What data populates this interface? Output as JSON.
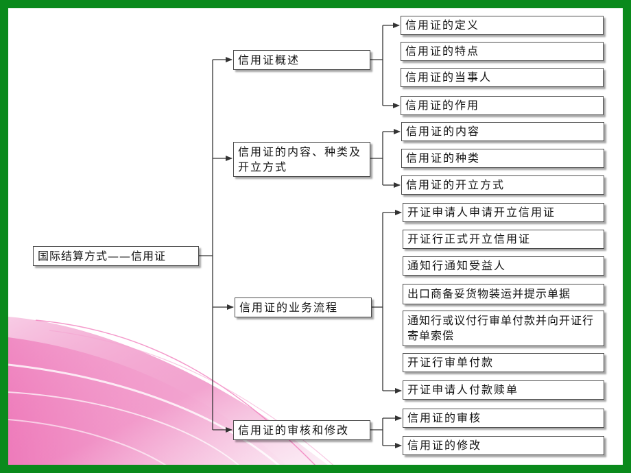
{
  "root": "国际结算方式——信用证",
  "branches": [
    {
      "label": "信用证概述",
      "children": [
        "信用证的定义",
        "信用证的特点",
        "信用证的当事人",
        "信用证的作用"
      ]
    },
    {
      "label": "信用证的内容、种类及开立方式",
      "children": [
        "信用证的内容",
        "信用证的种类",
        "信用证的开立方式"
      ]
    },
    {
      "label": "信用证的业务流程",
      "children": [
        "开证申请人申请开立信用证",
        "开证行正式开立信用证",
        "通知行通知受益人",
        "出口商备妥货物装运并提示单据",
        "通知行或议付行审单付款并向开证行寄单索偿",
        "开证行审单付款",
        "开证申请人付款赎单"
      ]
    },
    {
      "label": "信用证的审核和修改",
      "children": [
        "信用证的审核",
        "信用证的修改"
      ]
    }
  ],
  "colors": {
    "border": "#0a8a1c",
    "line": "#333333",
    "wave": "#e6399b"
  }
}
